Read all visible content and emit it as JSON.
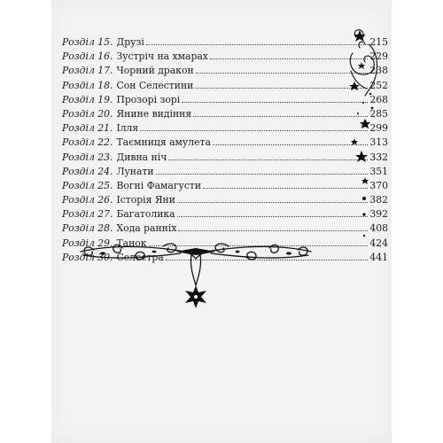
{
  "toc": {
    "entries": [
      {
        "chapter": "Розділ 15.",
        "title": "Друзі",
        "page": "215"
      },
      {
        "chapter": "Розділ 16.",
        "title": "Зустріч на хмарах",
        "page": "229"
      },
      {
        "chapter": "Розділ 17.",
        "title": "Чорний дракон",
        "page": "238"
      },
      {
        "chapter": "Розділ 18.",
        "title": "Сон Селестини",
        "page": "252"
      },
      {
        "chapter": "Розділ 19.",
        "title": "Прозорі зорі",
        "page": "268"
      },
      {
        "chapter": "Розділ 20.",
        "title": "Янине видіння",
        "page": "285"
      },
      {
        "chapter": "Розділ 21.",
        "title": "Ілля",
        "page": "299"
      },
      {
        "chapter": "Розділ 22.",
        "title": "Таємниця амулета",
        "page": "313"
      },
      {
        "chapter": "Розділ 23.",
        "title": "Дивна ніч",
        "page": "332"
      },
      {
        "chapter": "Розділ 24.",
        "title": "Лунати",
        "page": "351"
      },
      {
        "chapter": "Розділ 25.",
        "title": "Вогні Фамагусти",
        "page": "370"
      },
      {
        "chapter": "Розділ 26.",
        "title": "Історія Яни",
        "page": "382"
      },
      {
        "chapter": "Розділ 27.",
        "title": "Багатолика",
        "page": "392"
      },
      {
        "chapter": "Розділ 28.",
        "title": "Хода ранніх",
        "page": "408"
      },
      {
        "chapter": "Розділ 29.",
        "title": "Танок",
        "page": "424"
      },
      {
        "chapter": "Розділ 30.",
        "title": "Селестра",
        "page": "441"
      }
    ]
  },
  "decor": {
    "ink_color": "#111111",
    "paper_color": "#f3f3f1",
    "center_ornament": "flourish-divider-with-star-icon",
    "side_ornament": "swirl-and-stars-column-icon"
  }
}
